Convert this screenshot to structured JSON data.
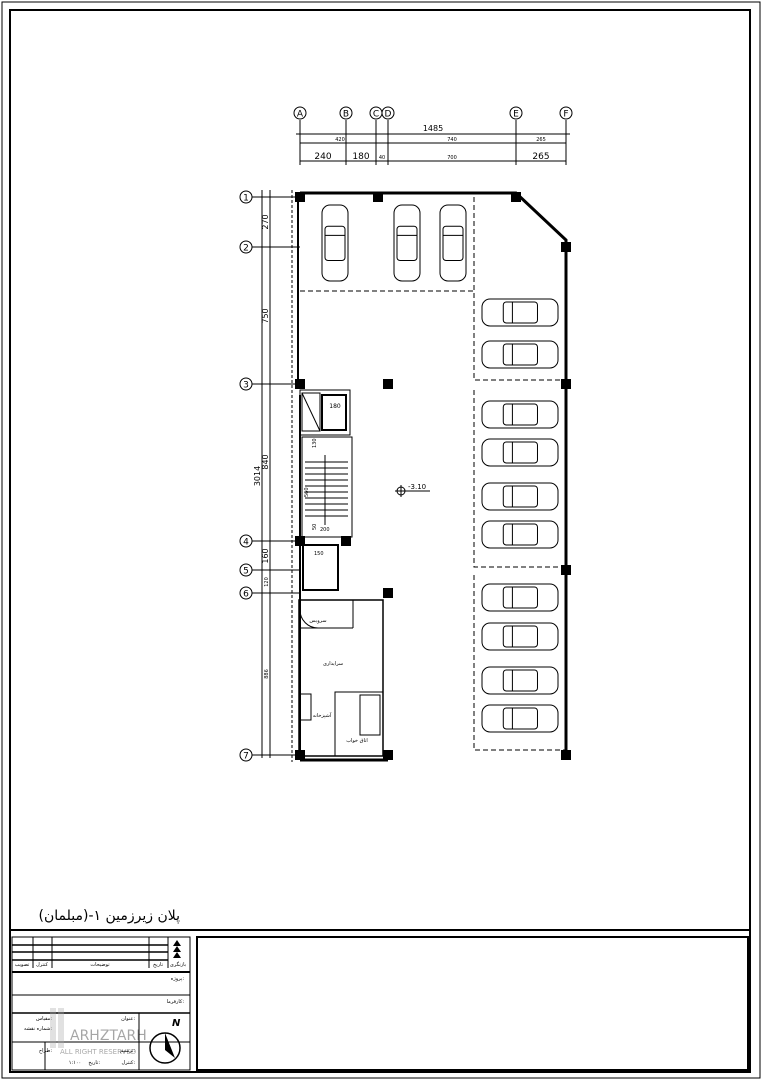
{
  "sheet": {
    "title": "پلان زیرزمین ۱-(مبلمان)",
    "level": "-3.10"
  },
  "grid": {
    "columns": [
      "A",
      "B",
      "C",
      "D",
      "E",
      "F"
    ],
    "rows": [
      "1",
      "2",
      "3",
      "4",
      "5",
      "6",
      "7"
    ]
  },
  "dimensions": {
    "top_total": "1485",
    "top_mid": [
      "420",
      "740",
      "265"
    ],
    "top_bottom": [
      "240",
      "180",
      "40",
      "700",
      "265"
    ],
    "left": [
      "270",
      "750",
      "840",
      "160",
      "120",
      "886"
    ],
    "left_total": "3014",
    "stair": [
      "180",
      "130",
      "560",
      "50",
      "200",
      "150"
    ]
  },
  "rooms": {
    "wc": "سرویس",
    "caretaker": "سرایداری",
    "kitchen": "آشپزخانه",
    "bedroom": "اتاق خواب"
  },
  "title_block": {
    "headers": [
      "بازنگری",
      "تاریخ",
      "توضیحات",
      "کنترل",
      "تصویب"
    ],
    "project": "پروژه:",
    "client": "کارفرما:",
    "subject": "عنوان:",
    "scale": "مقیاس:",
    "sheet_no": "شماره نقشه:",
    "designer": "طراح:",
    "drafter": "ترسیم:",
    "date": "تاریخ:",
    "checker": "کنترل:",
    "code": "۱:۱۰۰",
    "north": "N",
    "watermark": "ARHZTARH",
    "watermark_sub": "ALL RIGHT RESERVED"
  },
  "parking": {
    "top_cars": 3,
    "side_cars": 10
  }
}
